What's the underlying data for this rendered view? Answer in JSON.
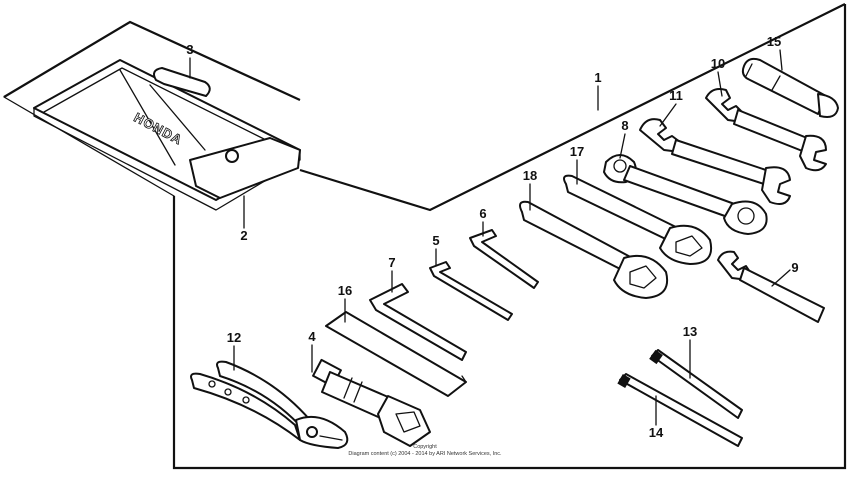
{
  "callouts": {
    "c1": "1",
    "c2": "2",
    "c3": "3",
    "c4": "4",
    "c5": "5",
    "c6": "6",
    "c7": "7",
    "c8": "8",
    "c9": "9",
    "c10": "10",
    "c11": "11",
    "c12": "12",
    "c13": "13",
    "c14": "14",
    "c15": "15",
    "c16": "16",
    "c17": "17",
    "c18": "18"
  },
  "pouch_brand": "HONDA",
  "copyright": {
    "line1": "Copyright",
    "line2": "Diagram content (c) 2004 - 2014 by ARI Network Services, Inc."
  }
}
